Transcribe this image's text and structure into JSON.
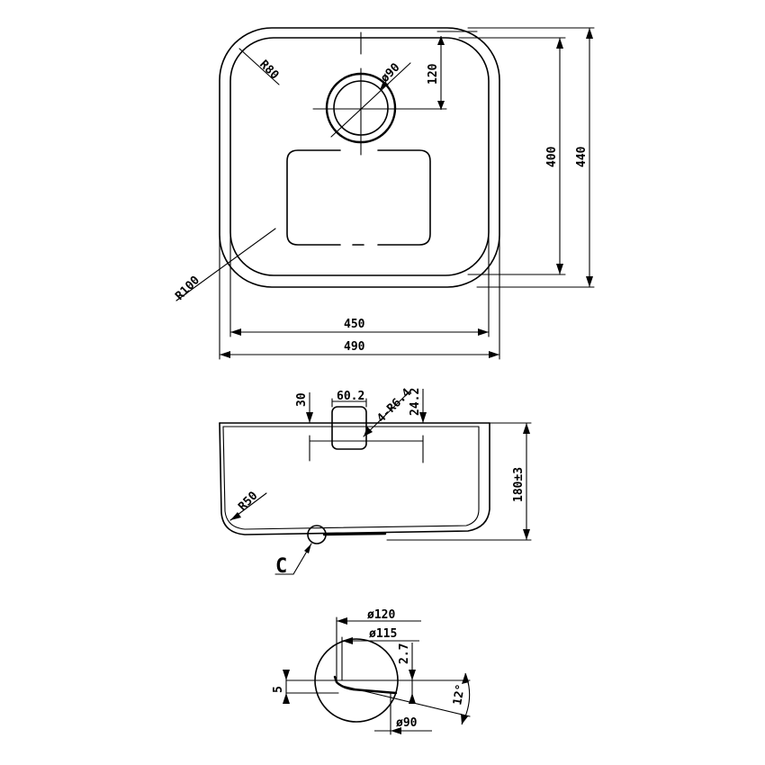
{
  "top_view": {
    "radius_small": "R80",
    "radius_large": "R100",
    "drain_diameter": "ø90",
    "drain_offset": "120",
    "inner_depth": "400",
    "outer_depth": "440",
    "inner_width": "450",
    "outer_width": "490"
  },
  "side_view": {
    "flange": "30",
    "overflow_width": "60.2",
    "overflow_radius": "4-R6.4",
    "overflow_height": "24.2",
    "bowl_depth": "180±3",
    "bottom_radius": "R50",
    "detail_callout": "C"
  },
  "detail_c": {
    "outer_diameter": "ø120",
    "mid_diameter": "ø115",
    "offset": "2.7",
    "thickness": "5",
    "angle": "12°",
    "inner_diameter": "ø90"
  }
}
